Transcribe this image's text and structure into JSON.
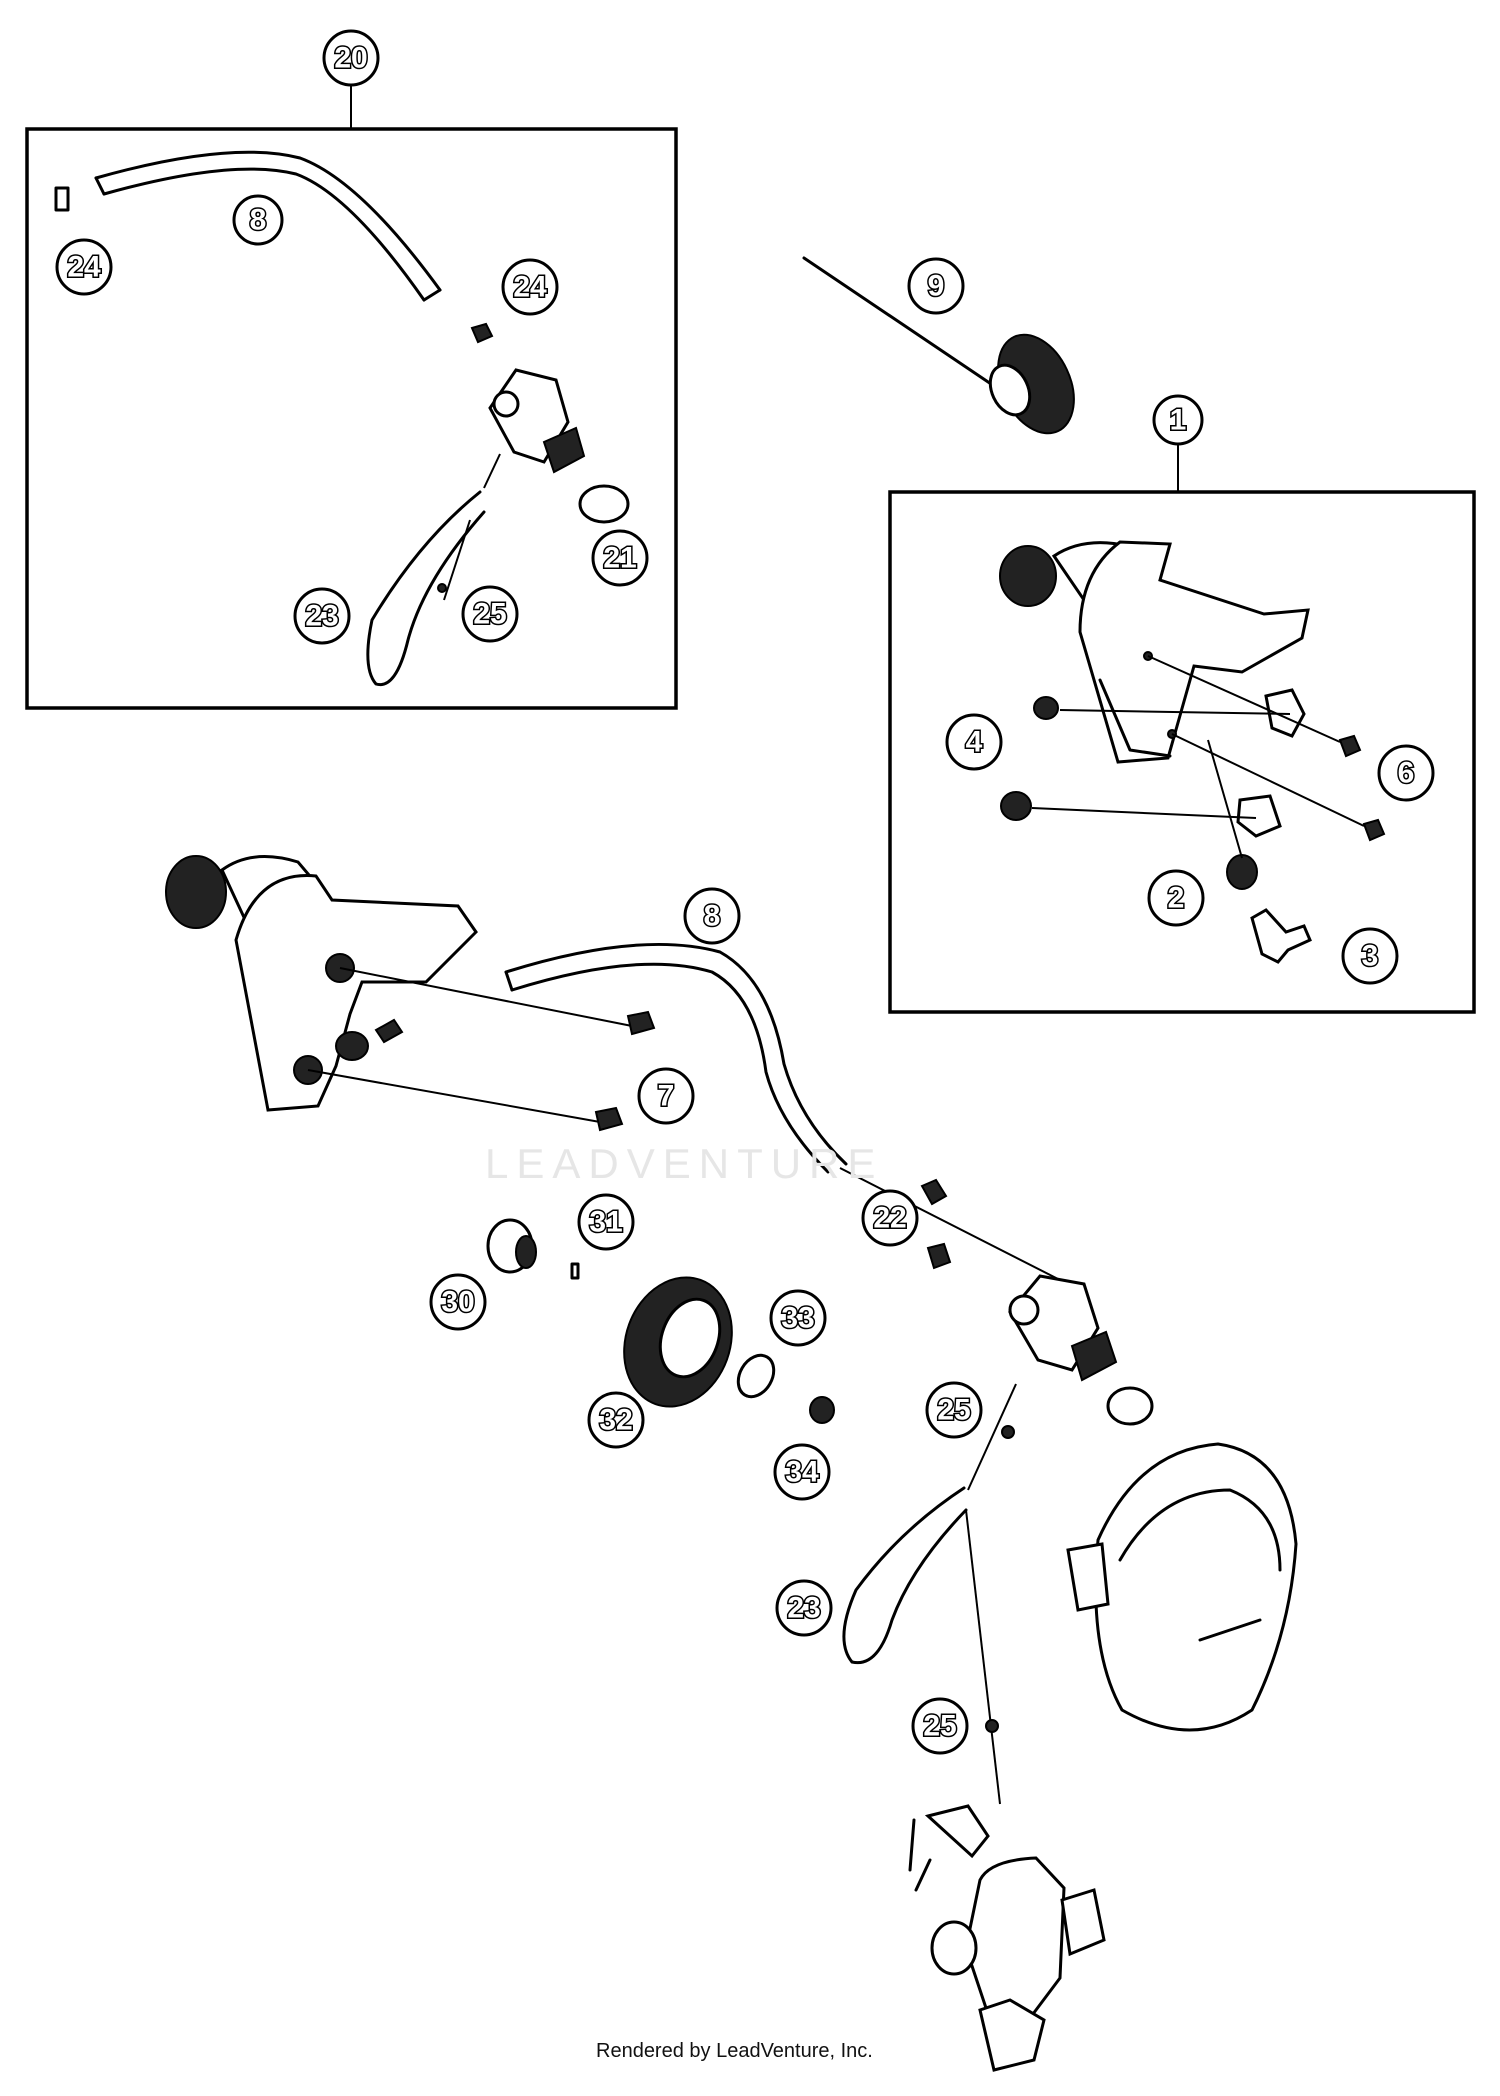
{
  "watermark": "LEADVENTURE",
  "credit": "Rendered by LeadVenture, Inc.",
  "callouts": [
    {
      "id": "c20",
      "label": "20"
    },
    {
      "id": "c8a",
      "label": "8"
    },
    {
      "id": "c24a",
      "label": "24"
    },
    {
      "id": "c24b",
      "label": "24"
    },
    {
      "id": "c21",
      "label": "21"
    },
    {
      "id": "c23a",
      "label": "23"
    },
    {
      "id": "c25a",
      "label": "25"
    },
    {
      "id": "c9",
      "label": "9"
    },
    {
      "id": "c1",
      "label": "1"
    },
    {
      "id": "c4",
      "label": "4"
    },
    {
      "id": "c6",
      "label": "6"
    },
    {
      "id": "c2",
      "label": "2"
    },
    {
      "id": "c3",
      "label": "3"
    },
    {
      "id": "c8b",
      "label": "8"
    },
    {
      "id": "c7",
      "label": "7"
    },
    {
      "id": "c31",
      "label": "31"
    },
    {
      "id": "c22",
      "label": "22"
    },
    {
      "id": "c30",
      "label": "30"
    },
    {
      "id": "c33",
      "label": "33"
    },
    {
      "id": "c32",
      "label": "32"
    },
    {
      "id": "c25b",
      "label": "25"
    },
    {
      "id": "c34",
      "label": "34"
    },
    {
      "id": "c23b",
      "label": "23"
    },
    {
      "id": "c25c",
      "label": "25"
    }
  ]
}
